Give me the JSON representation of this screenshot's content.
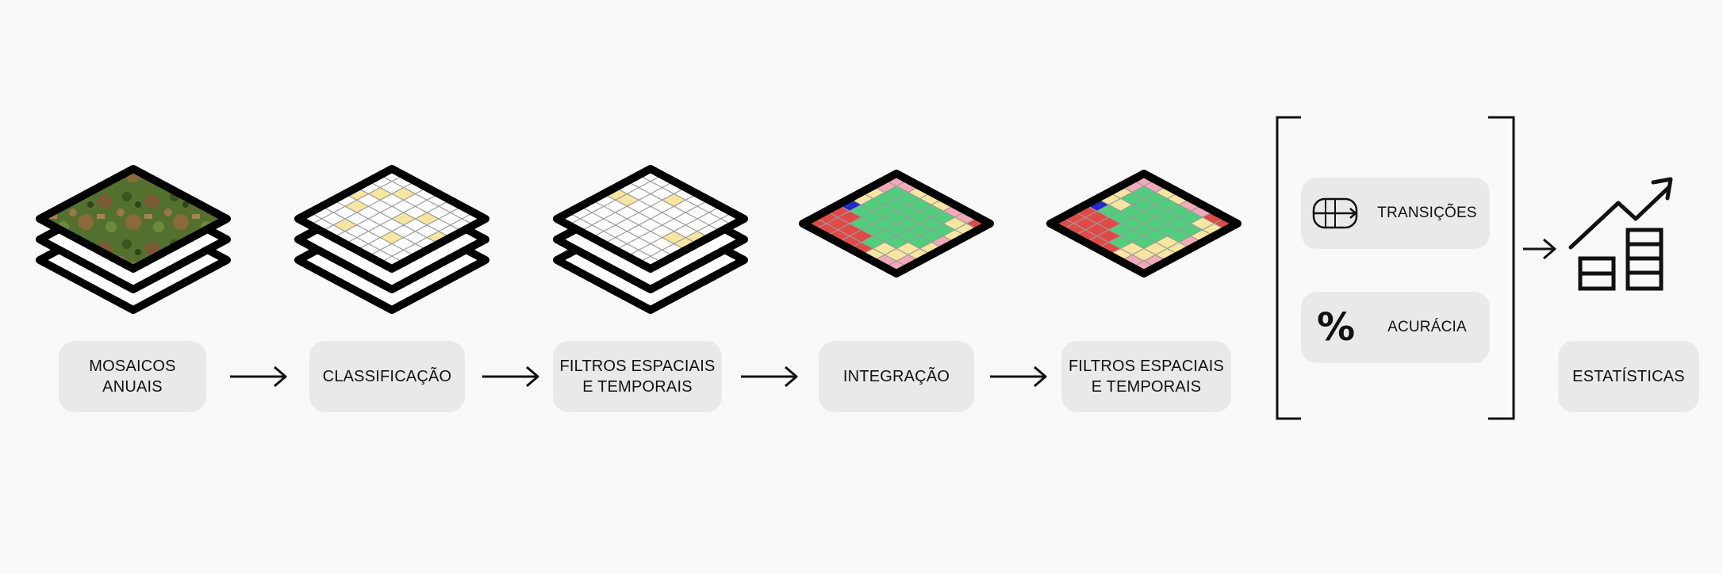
{
  "steps": [
    {
      "id": "mosaicos",
      "lines": [
        "MOSAICOS",
        "ANUAIS"
      ]
    },
    {
      "id": "classificacao",
      "lines": [
        "CLASSIFICAÇÃO"
      ]
    },
    {
      "id": "filtros1",
      "lines": [
        "FILTROS ESPACIAIS",
        "E TEMPORAIS"
      ]
    },
    {
      "id": "integracao",
      "lines": [
        "INTEGRAÇÃO"
      ]
    },
    {
      "id": "filtros2",
      "lines": [
        "FILTROS ESPACIAIS",
        "E TEMPORAIS"
      ]
    }
  ],
  "metrics": [
    {
      "id": "transicoes",
      "label": "TRANSIÇÕES",
      "icon": "transitions-icon"
    },
    {
      "id": "acuracia",
      "label": "ACURÁCIA",
      "icon": "percent-icon",
      "symbol": "%"
    }
  ],
  "final": {
    "label": "ESTATÍSTICAS",
    "icon": "bar-chart-growth-icon"
  },
  "colors": {
    "background": "#f9f9f9",
    "box": "#e9e9e9",
    "outline": "#000000",
    "yellow": "#f6e6a0",
    "green": "#4fcf7c",
    "red": "#e04a46",
    "pink": "#f3a9b8",
    "blue": "#1f2cc8",
    "grid_line": "#9a9a9a",
    "satellite": "#4f6a2a"
  }
}
